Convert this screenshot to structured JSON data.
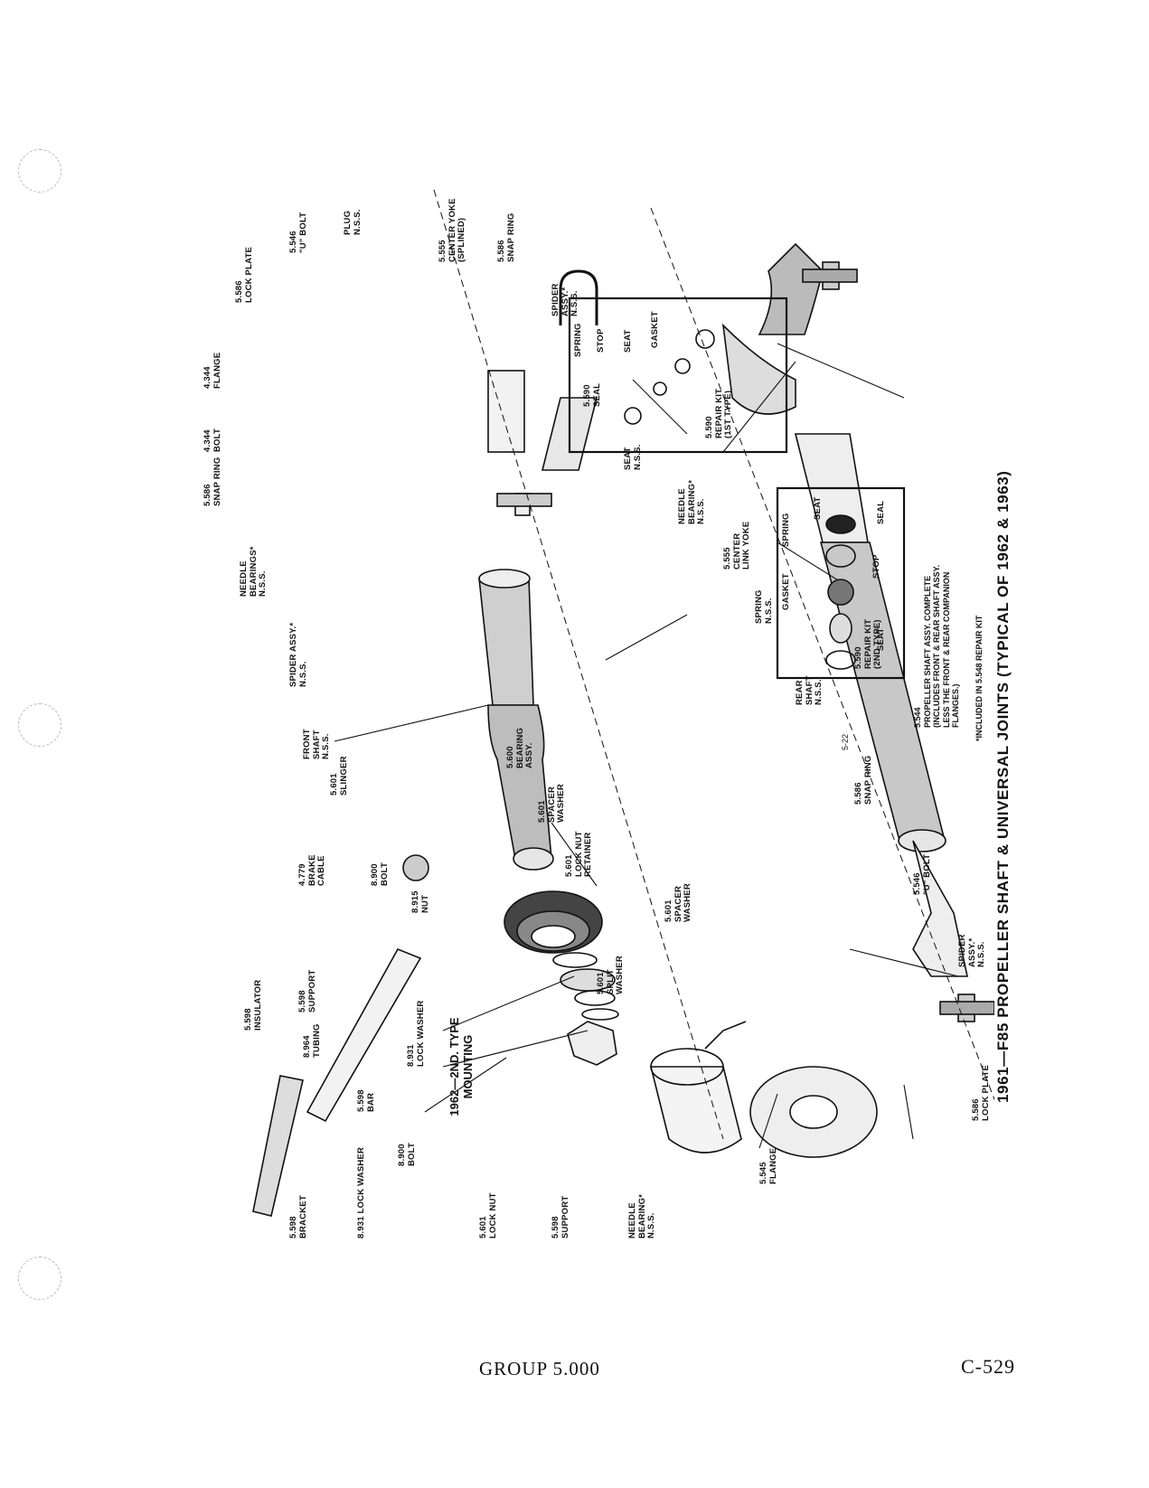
{
  "title": "1961—F85 PROPELLER SHAFT & UNIVERSAL JOINTS (TYPICAL OF 1962 & 1963)",
  "page_ref": "5-22",
  "subtitle": "1962—2ND. TYPE\nMOUNTING",
  "footer": {
    "group": "GROUP 5.000",
    "page": "C-529"
  },
  "notes": {
    "n1": "5.544\nPROPELLER SHAFT ASSY. COMPLETE\n(INCLUDES FRONT & REAR SHAFT ASSY.\nLESS THE FRONT & REAR COMPANION\nFLANGES.)",
    "n2": "*INCLUDED IN 5.548 REPAIR KIT"
  },
  "labels": {
    "l01": "5.586\nLOCK PLATE",
    "l02": "5.546\n\"U\" BOLT",
    "l03": "PLUG\nN.S.S.",
    "l04": "5.555\nCENTER YOKE\n(SPLINED)",
    "l05": "5.586\nSNAP RING",
    "l06": "SPIDER\nASSY.*\nN.S.S.",
    "l07": "5.590\nSEAL",
    "l08": "SEAT\nN.S.S.",
    "l09": "NEEDLE\nBEARING*\nN.S.S.",
    "l10": "4.344\nFLANGE",
    "l11": "4.344\nBOLT",
    "l12": "5.586\nSNAP RING",
    "l13": "NEEDLE\nBEARINGS*\nN.S.S.",
    "l14": "SPIDER ASSY.*\nN.S.S.",
    "l15": "FRONT\nSHAFT\nN.S.S.",
    "l16": "5.601\nSLINGER",
    "l17": "5.600\nBEARING\nASSY.",
    "l18": "5.601\nSPACER\nWASHER",
    "l19": "5.601\nLOCK NUT\nRETAINER",
    "l20": "5.601\nSPACER\nWASHER",
    "l21": "5.601\nSPLIT\nWASHER",
    "l22": "5.555\nCENTER\nLINK YOKE",
    "l23": "SPRING\nN.S.S.",
    "l24": "REAR\nSHAFT\nN.S.S.",
    "l25": "5.586\nSNAP RING",
    "l26": "5.546\n\"U\" BOLT",
    "l27": "SPIDER\nASSY.*\nN.S.S.",
    "l28": "5.586\nLOCK PLATE",
    "l29": "5.545\nFLANGE",
    "l30": "NEEDLE\nBEARING*\nN.S.S.",
    "l31": "5.598\nSUPPORT",
    "l32": "5.601\nLOCK NUT",
    "l33": "8.931 LOCK WASHER",
    "l34": "5.598\nBRACKET",
    "l35": "8.900\nBOLT",
    "l36": "5.598\nBAR",
    "l37": "8.964\nTUBING",
    "l38": "5.598\nINSULATOR",
    "l39": "5.598\nSUPPORT",
    "l40": "4.779\nBRAKE\nCABLE",
    "l41": "8.900\nBOLT",
    "l42": "8.915\nNUT",
    "l43": "8.931\nLOCK WASHER"
  },
  "kit1": {
    "spring": "SPRING",
    "stop": "STOP",
    "seat": "SEAT",
    "gasket": "GASKET",
    "name": "5.590\nREPAIR KIT\n(1ST TYPE)"
  },
  "kit2": {
    "gasket": "GASKET",
    "spring": "SPRING",
    "seat_top": "SEAT",
    "seal": "SEAL",
    "seat_bottom": "SEAT",
    "stop": "STOP",
    "name": "5.590\nREPAIR KIT\n(2ND TYPE)"
  }
}
